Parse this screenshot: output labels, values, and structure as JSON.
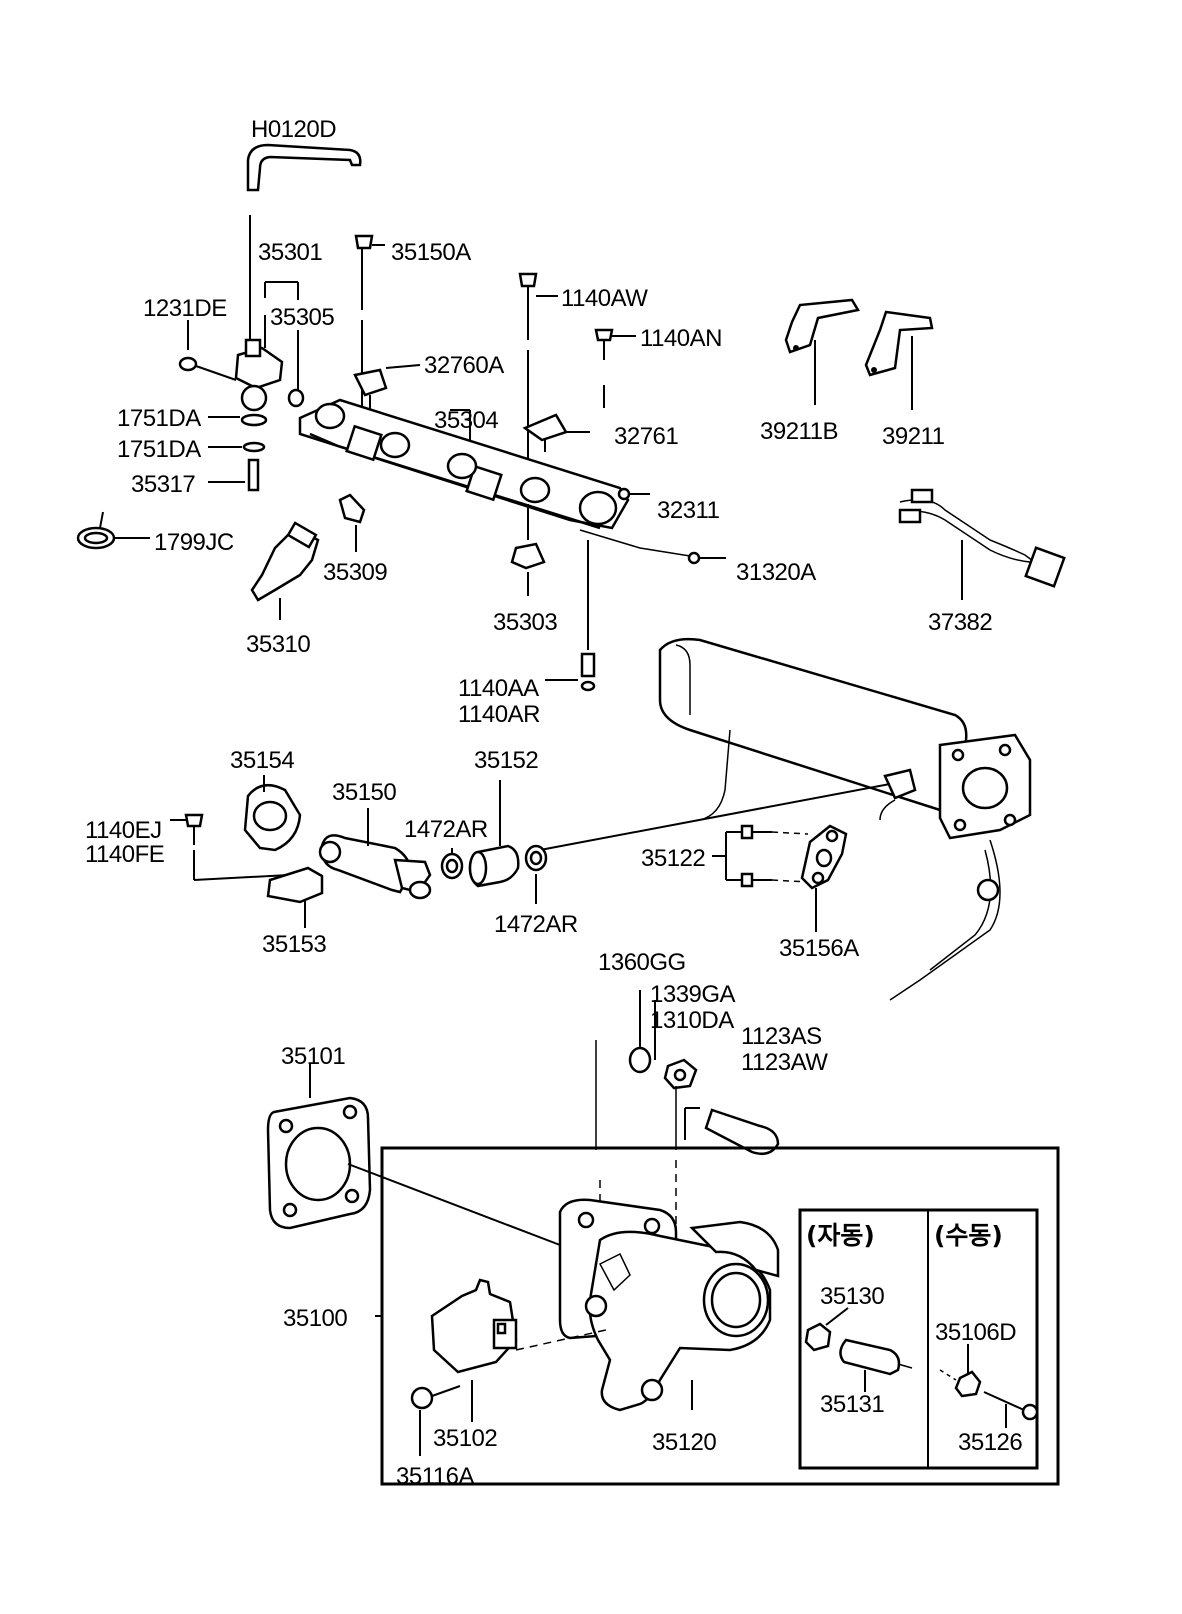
{
  "labels": {
    "h0120d": "H0120D",
    "p35301": "35301",
    "p35150a": "35150A",
    "p1231de": "1231DE",
    "p35305": "35305",
    "p1140aw": "1140AW",
    "p1140an": "1140AN",
    "p32760a": "32760A",
    "p1751da_a": "1751DA",
    "p1751da_b": "1751DA",
    "p35304": "35304",
    "p32761": "32761",
    "p39211b": "39211B",
    "p39211": "39211",
    "p35317": "35317",
    "p32311": "32311",
    "p1799jc": "1799JC",
    "p35309": "35309",
    "p31320a": "31320A",
    "p35303": "35303",
    "p37382": "37382",
    "p35310": "35310",
    "p1140aa": "1140AA",
    "p1140ar": "1140AR",
    "p35154": "35154",
    "p35152": "35152",
    "p35150": "35150",
    "p1140ej": "1140EJ",
    "p1140fe": "1140FE",
    "p1472ar_a": "1472AR",
    "p1472ar_b": "1472AR",
    "p35122": "35122",
    "p35153": "35153",
    "p35156a": "35156A",
    "p1360gg": "1360GG",
    "p1339ga": "1339GA",
    "p1310da": "1310DA",
    "p1123as": "1123AS",
    "p1123aw": "1123AW",
    "p35101": "35101",
    "p35100": "35100",
    "p35102": "35102",
    "p35116a": "35116A",
    "p35120": "35120",
    "p35130": "35130",
    "p35131": "35131",
    "p35106d": "35106D",
    "p35126": "35126",
    "auto": "(자동)",
    "manual": "(수동)"
  }
}
